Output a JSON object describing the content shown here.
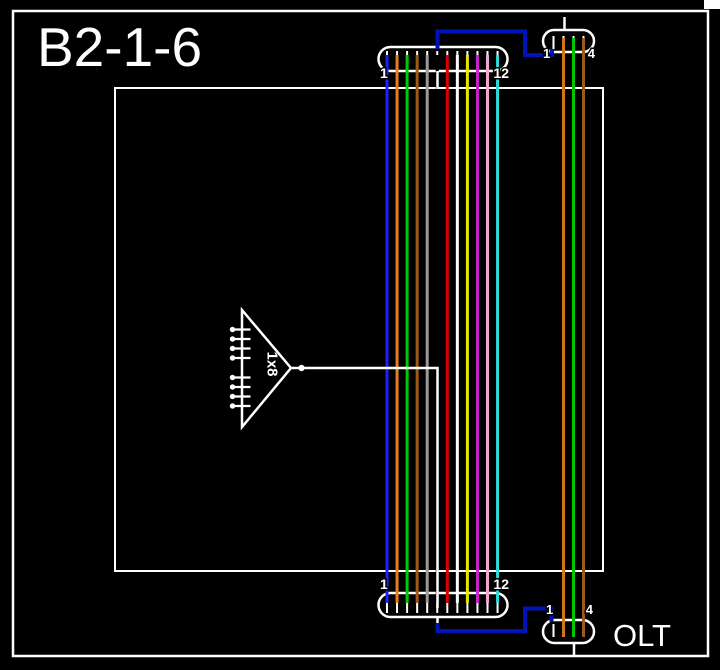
{
  "title": "B2-1-6",
  "olt_label": "OLT",
  "splitter": {
    "label": "1x8",
    "output_count": 8
  },
  "ribbon_cable": {
    "fiber_count": 12,
    "port_first": "1",
    "port_last": "12",
    "fibers": [
      {
        "name": "blue",
        "color": "#1f1fff"
      },
      {
        "name": "orange",
        "color": "#e87d1e"
      },
      {
        "name": "green",
        "color": "#00cc00"
      },
      {
        "name": "brown",
        "color": "#a05a14"
      },
      {
        "name": "slate",
        "color": "#9a9a9a"
      },
      {
        "name": "black",
        "color": "#000000"
      },
      {
        "name": "red",
        "color": "#dd0000"
      },
      {
        "name": "white",
        "color": "#ffffff"
      },
      {
        "name": "yellow",
        "color": "#e6e600"
      },
      {
        "name": "violet",
        "color": "#cc22cc"
      },
      {
        "name": "rose",
        "color": "#f2a6d2"
      },
      {
        "name": "aqua",
        "color": "#2edada"
      }
    ]
  },
  "drop_cable": {
    "fiber_count": 4,
    "port_first": "1",
    "port_last": "4",
    "fibers": [
      {
        "name": "blue",
        "color": "#0013bb",
        "routed": true
      },
      {
        "name": "orange",
        "color": "#d4751a"
      },
      {
        "name": "green",
        "color": "#00c800"
      },
      {
        "name": "brown",
        "color": "#9a5a20"
      }
    ]
  },
  "route_color": "#0013bb",
  "line_color": "#ffffff",
  "background": "#000000"
}
